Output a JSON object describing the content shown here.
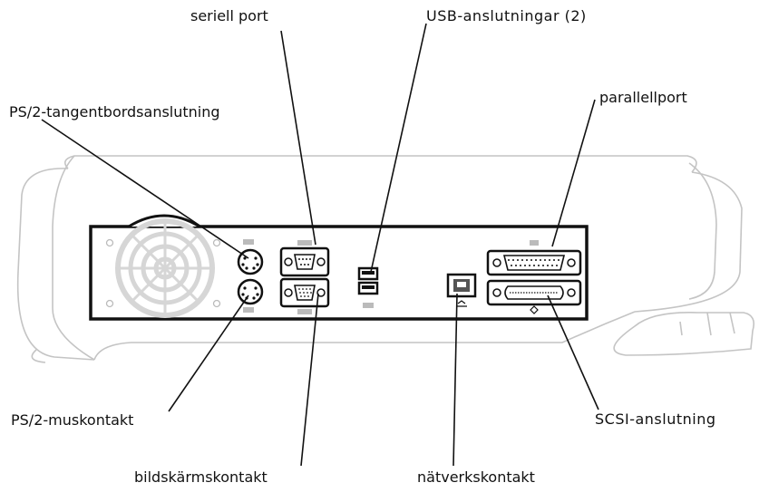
{
  "labels": {
    "serial_port": "seriell port",
    "usb_ports": "USB-anslutningar (2)",
    "ps2_keyboard": "PS/2-tangentbordsanslutning",
    "parallel_port": "parallellport",
    "ps2_mouse": "PS/2-muskontakt",
    "scsi": "SCSI-anslutning",
    "video": "bildskärmskontakt",
    "network": "nätverkskontakt"
  },
  "colors": {
    "outline": "#111111",
    "chassis_outline": "#c8c8c8",
    "fan": "#d2d2d2"
  }
}
